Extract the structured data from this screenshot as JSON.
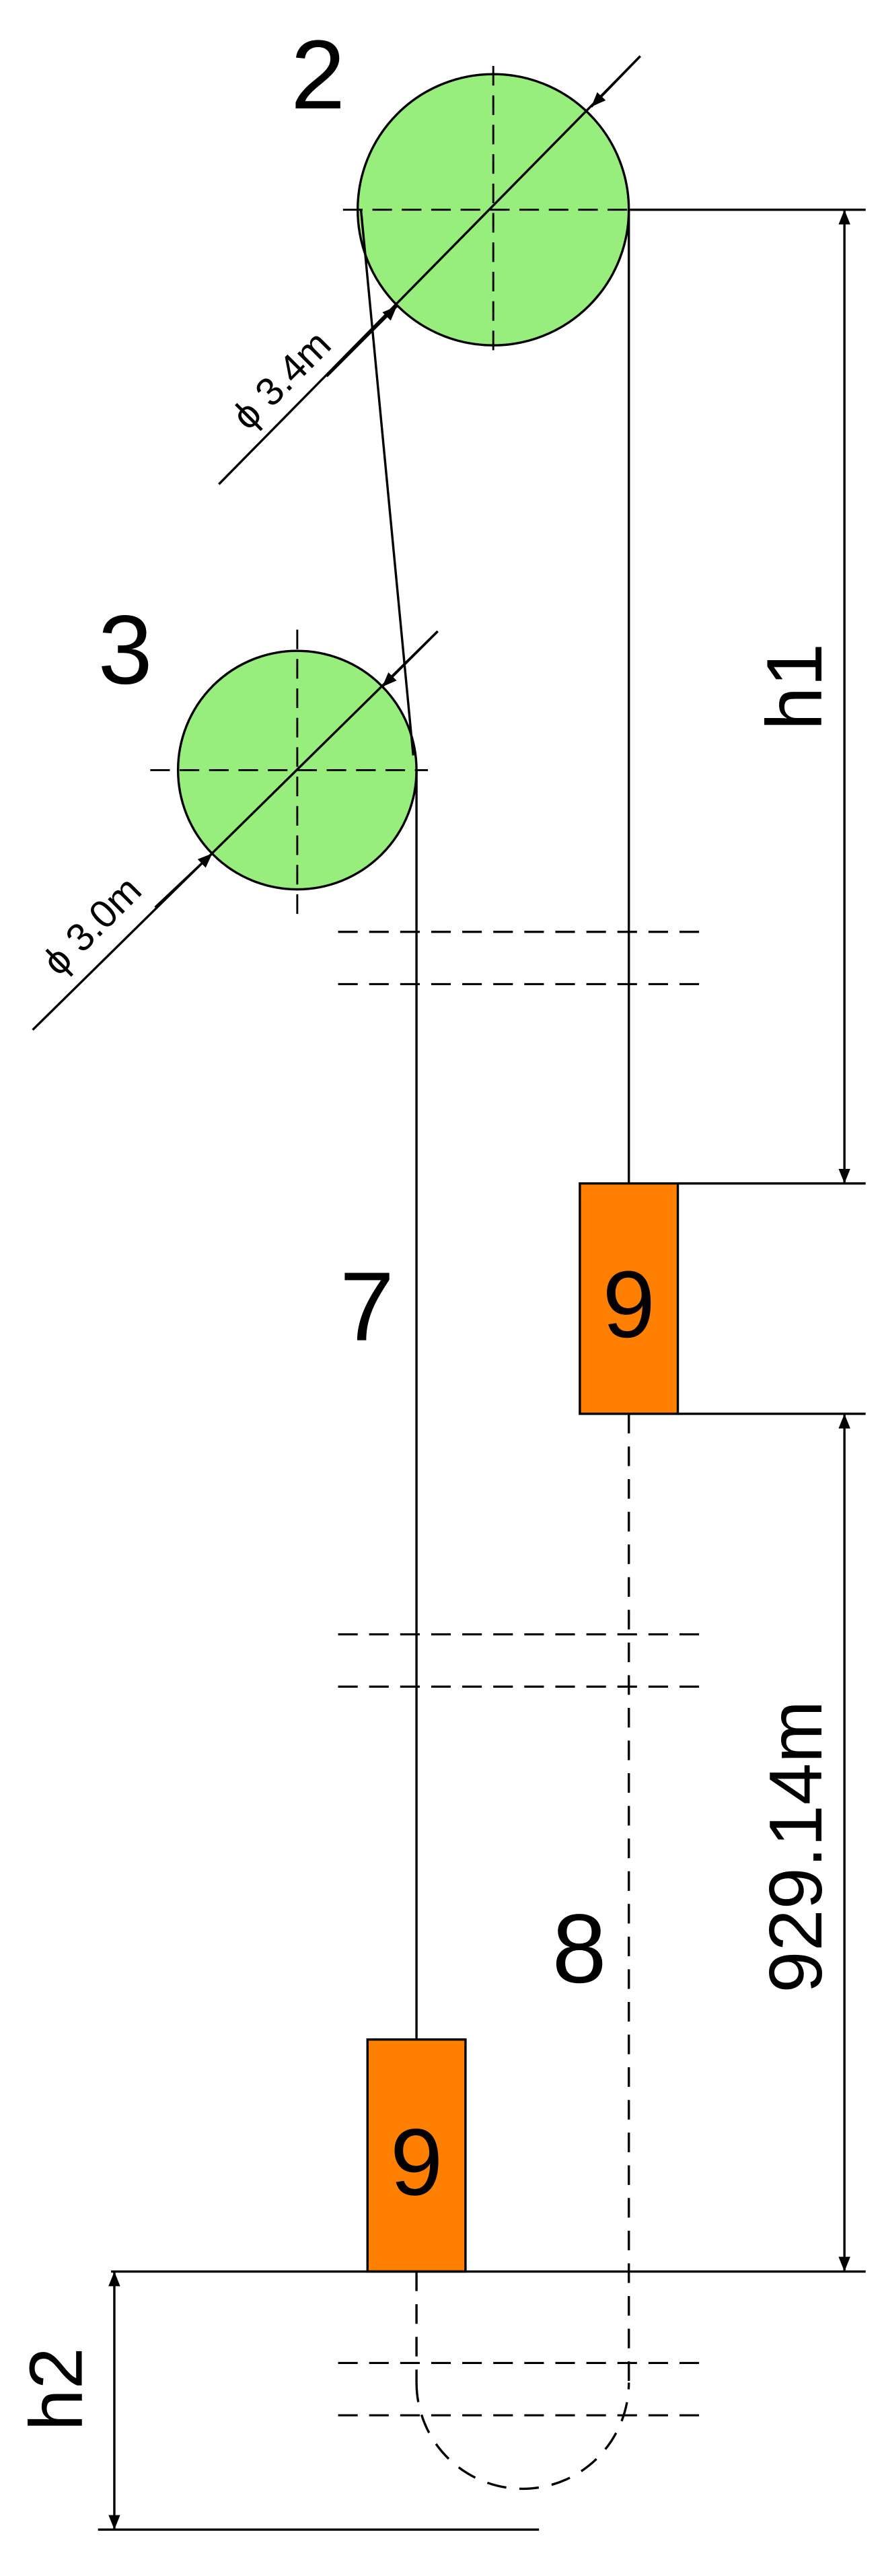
{
  "labels": {
    "sheave_2": "2",
    "sheave_3": "3",
    "rope_7": "7",
    "rope_8": "8",
    "skip_top": "9",
    "skip_bottom": "9",
    "h1": "h1",
    "h2": "h2",
    "distance": "929.14m",
    "dia_2": "ϕ 3.4m",
    "dia_3": "ϕ 3.0m"
  },
  "colors": {
    "sheave": "#98ee7c",
    "skip": "#ff7f00",
    "line": "#000000"
  }
}
